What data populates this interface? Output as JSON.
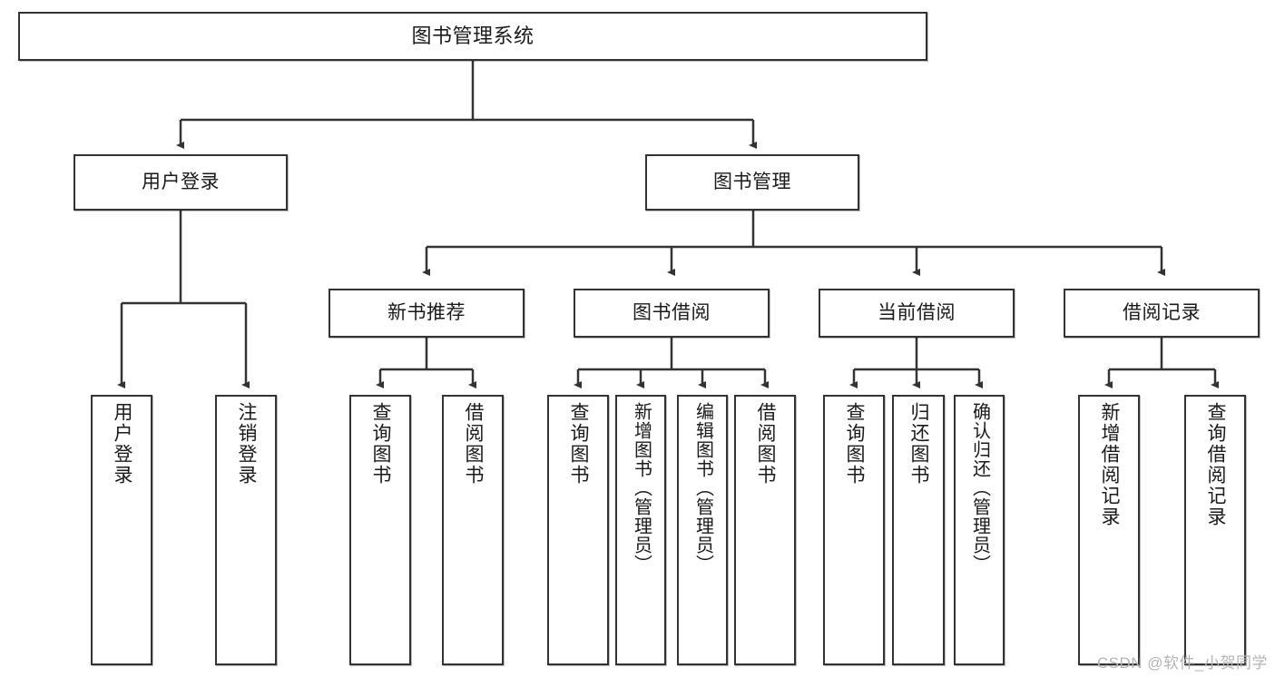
{
  "diagram": {
    "title": "图书管理系统",
    "type": "tree-hierarchy",
    "nodes": {
      "root": {
        "label": "图书管理系统"
      },
      "l2": [
        {
          "label": "用户登录"
        },
        {
          "label": "图书管理"
        }
      ],
      "l3": [
        {
          "label": "新书推荐"
        },
        {
          "label": "图书借阅"
        },
        {
          "label": "当前借阅"
        },
        {
          "label": "借阅记录"
        }
      ],
      "leaves": {
        "user_login": [
          {
            "label": "用户登录"
          },
          {
            "label": "注销登录"
          }
        ],
        "new_book": [
          {
            "label": "查询图书"
          },
          {
            "label": "借阅图书"
          }
        ],
        "book_borrow": [
          {
            "label": "查询图书"
          },
          {
            "label": "新增图书（管理员）"
          },
          {
            "label": "编辑图书（管理员）"
          },
          {
            "label": "借阅图书"
          }
        ],
        "current_borrow": [
          {
            "label": "查询图书"
          },
          {
            "label": "归还图书"
          },
          {
            "label": "确认归还（管理员）"
          }
        ],
        "borrow_record": [
          {
            "label": "新增借阅记录"
          },
          {
            "label": "查询借阅记录"
          }
        ]
      }
    },
    "watermark": "CSDN @软件_小贺同学",
    "colors": {
      "border": "#333333",
      "background": "#ffffff",
      "text": "#1a1a1a",
      "watermark": "#b4b4b4"
    }
  }
}
